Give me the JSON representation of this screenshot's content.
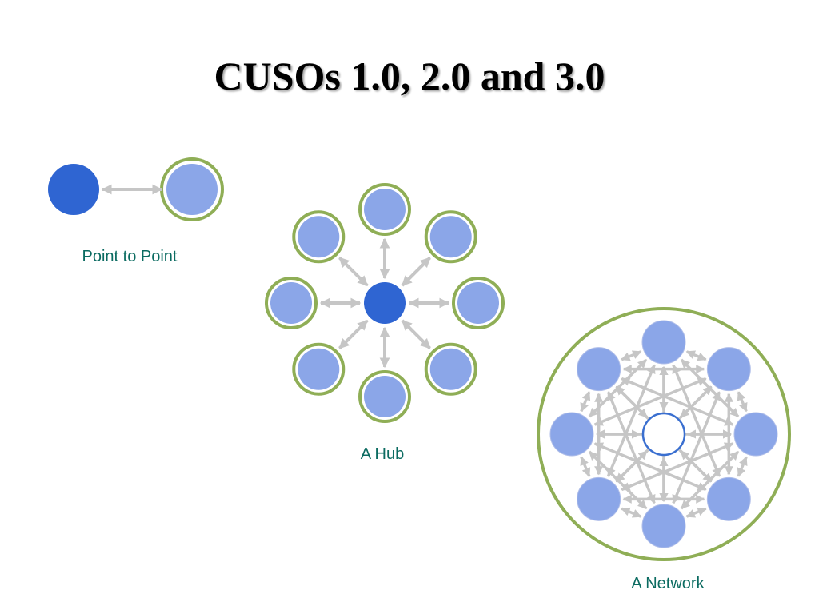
{
  "title": "CUSOs 1.0, 2.0 and 3.0",
  "colors": {
    "dark_node": "#2f65d2",
    "light_node": "#8ba6e8",
    "green_ring": "#8fae56",
    "arrow": "#c6c6c6",
    "caption": "#0b6b61",
    "network_center_stroke": "#3a6fd0"
  },
  "diagrams": [
    {
      "id": "point-to-point",
      "caption": "Point to Point"
    },
    {
      "id": "hub",
      "caption": "A Hub",
      "spokes": 8
    },
    {
      "id": "network",
      "caption": "A Network",
      "nodes": 8
    }
  ]
}
